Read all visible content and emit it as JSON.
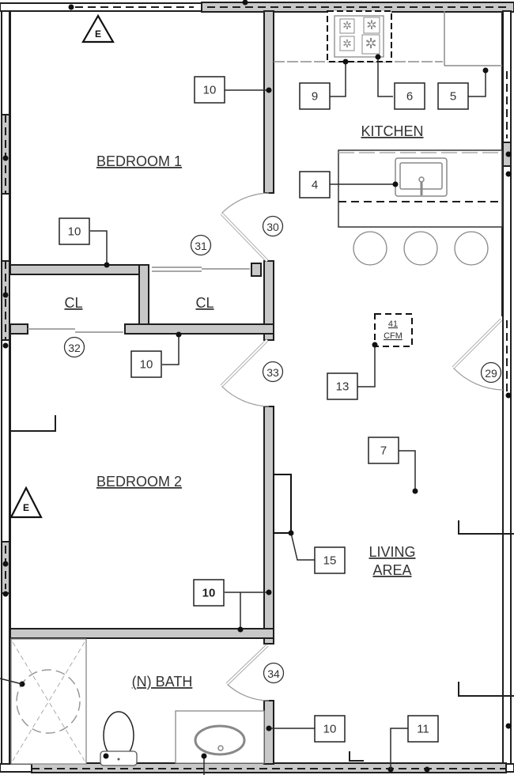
{
  "drawing": {
    "type": "architectural floor plan",
    "rooms": {
      "bedroom1": "BEDROOM 1",
      "bedroom2": "BEDROOM 2",
      "kitchen": "KITCHEN",
      "closet_left": "CL",
      "closet_right": "CL",
      "living_line1": "LIVING",
      "living_line2": "AREA",
      "bath": "(N) BATH"
    },
    "keynote_tags": [
      {
        "id": "tag-10-bedroom1",
        "label": "10"
      },
      {
        "id": "tag-9",
        "label": "9"
      },
      {
        "id": "tag-6",
        "label": "6"
      },
      {
        "id": "tag-5",
        "label": "5"
      },
      {
        "id": "tag-4",
        "label": "4"
      },
      {
        "id": "tag-10-closet-top",
        "label": "10"
      },
      {
        "id": "tag-10-closet-bottom",
        "label": "10"
      },
      {
        "id": "tag-13",
        "label": "13"
      },
      {
        "id": "tag-7",
        "label": "7"
      },
      {
        "id": "tag-15",
        "label": "15"
      },
      {
        "id": "tag-10-bedroom2",
        "label": "10"
      },
      {
        "id": "tag-10-bath",
        "label": "10"
      },
      {
        "id": "tag-11",
        "label": "11"
      }
    ],
    "door_tags": [
      {
        "id": "door-30",
        "label": "30"
      },
      {
        "id": "door-31",
        "label": "31"
      },
      {
        "id": "door-32",
        "label": "32"
      },
      {
        "id": "door-33",
        "label": "33"
      },
      {
        "id": "door-29",
        "label": "29"
      },
      {
        "id": "door-34",
        "label": "34"
      }
    ],
    "egress_markers": [
      {
        "id": "egress-bedroom1",
        "label": "E"
      },
      {
        "id": "egress-bedroom2",
        "label": "E"
      }
    ],
    "exhaust_fan": {
      "value": "41",
      "unit": "CFM"
    },
    "colors": {
      "wall_fill": "#c8c8c8",
      "line": "#1e1e1e",
      "fixture_grey": "#8a8a8a"
    }
  }
}
